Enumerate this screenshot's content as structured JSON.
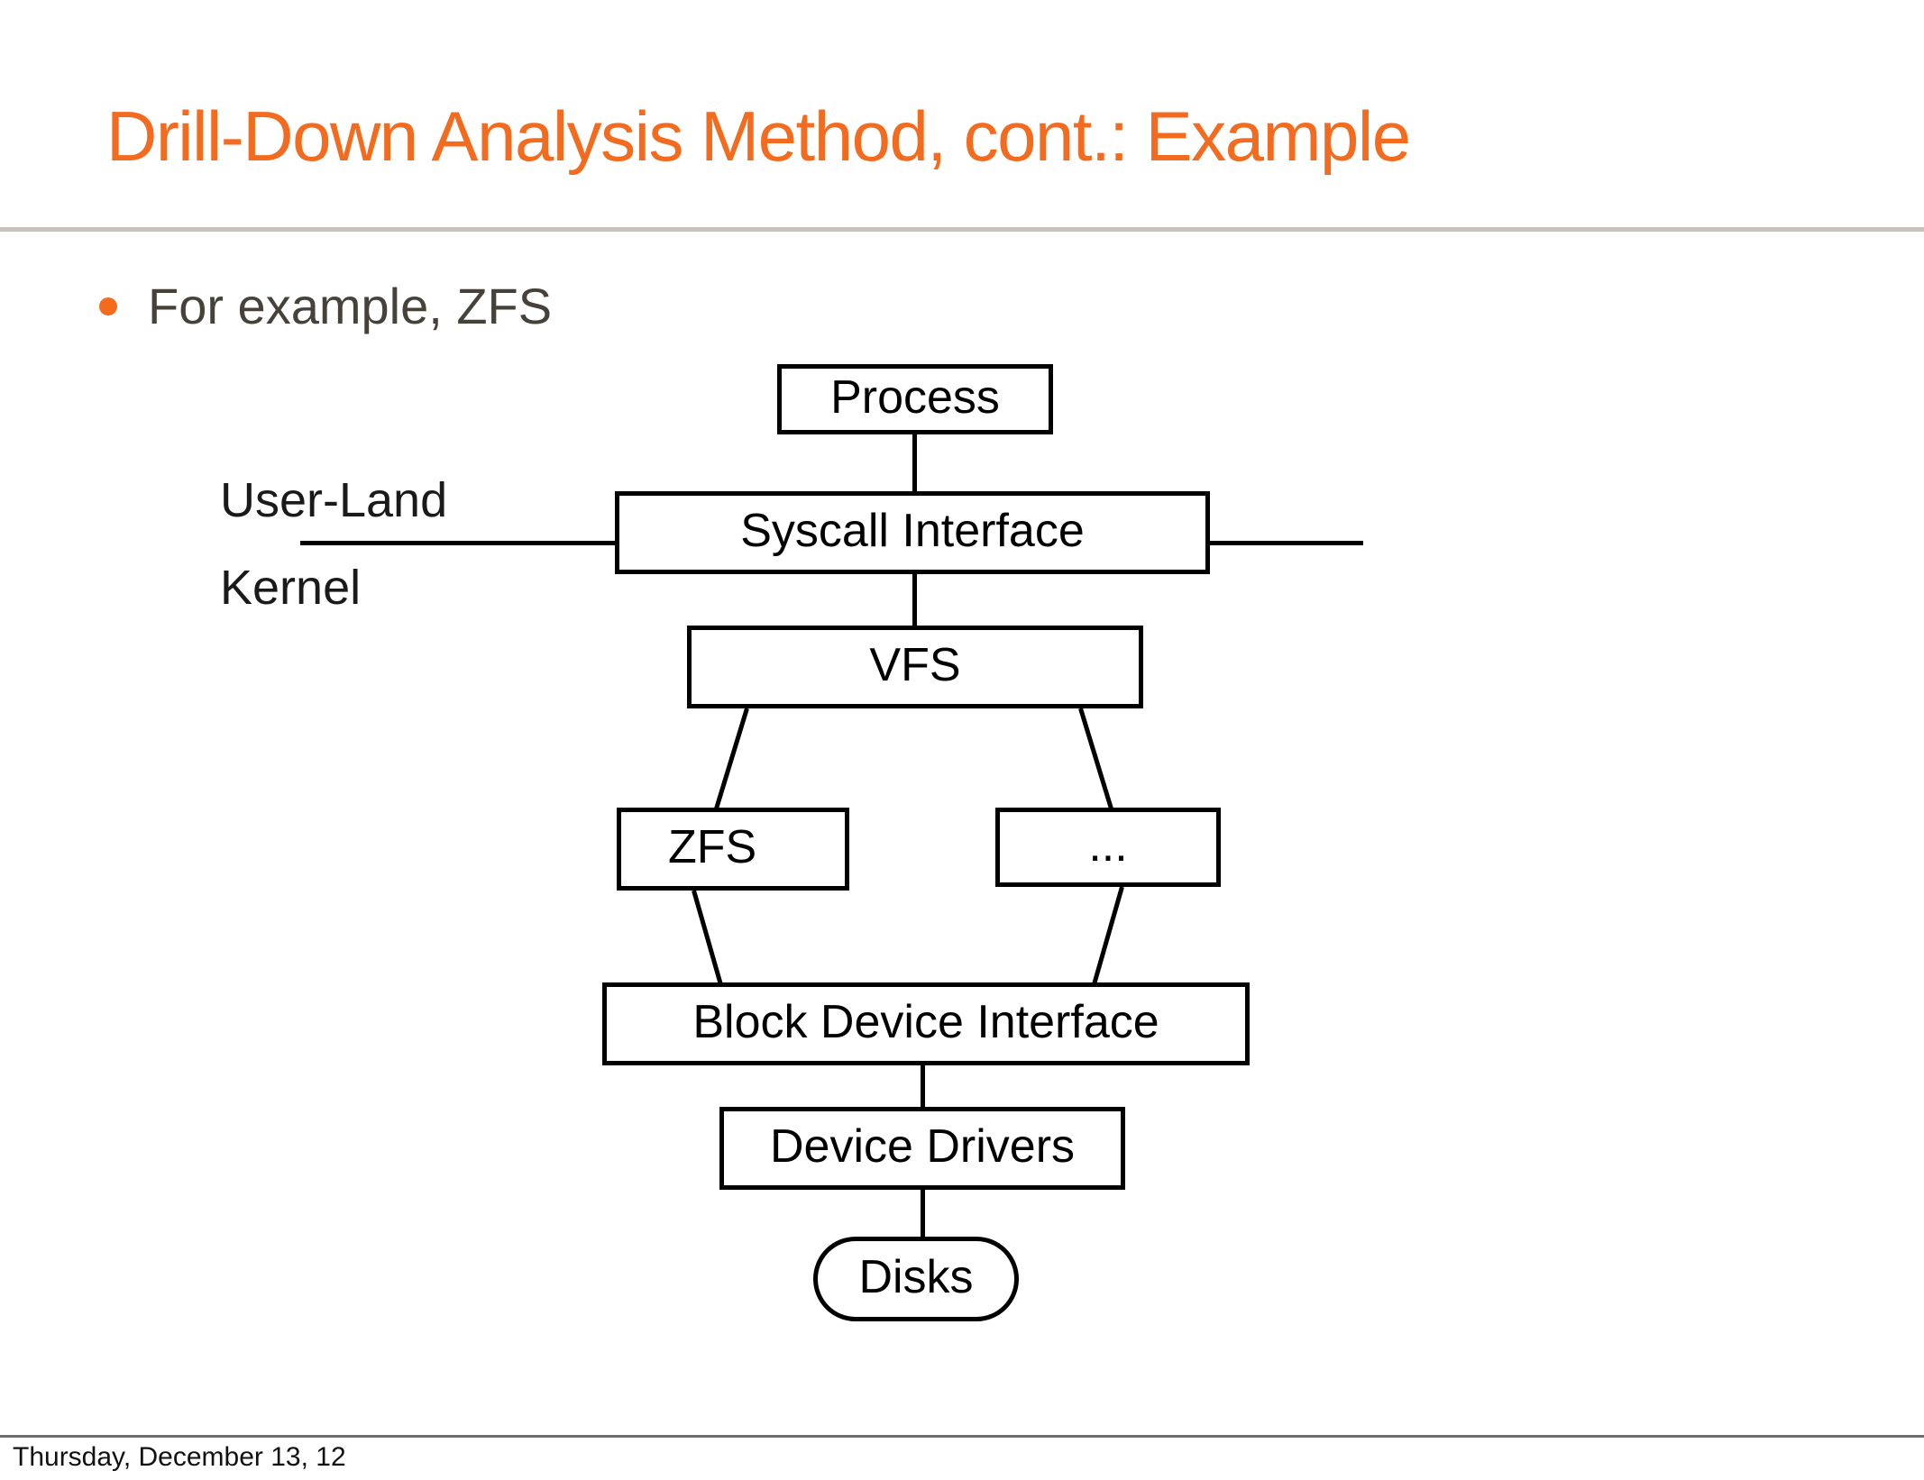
{
  "slide": {
    "title": "Drill-Down Analysis Method, cont.: Example",
    "title_color": "#f26b1f",
    "header_rule_color": "#c9c4ba",
    "background": "#ffffff"
  },
  "body": {
    "bullets": [
      {
        "text": "For example, ZFS",
        "marker": "bullet-dot",
        "color": "#46423a"
      }
    ]
  },
  "diagram": {
    "name": "zfs-io-stack",
    "region_labels": [
      {
        "id": "user-land",
        "text": "User-Land"
      },
      {
        "id": "kernel",
        "text": "Kernel"
      }
    ],
    "nodes": [
      {
        "id": "process",
        "label": "Process",
        "shape": "rect"
      },
      {
        "id": "syscall",
        "label": "Syscall Interface",
        "shape": "rect"
      },
      {
        "id": "vfs",
        "label": "VFS",
        "shape": "rect"
      },
      {
        "id": "zfs",
        "label": "ZFS",
        "shape": "rect"
      },
      {
        "id": "other",
        "label": "...",
        "shape": "rect"
      },
      {
        "id": "block",
        "label": "Block Device Interface",
        "shape": "rect"
      },
      {
        "id": "drivers",
        "label": "Device Drivers",
        "shape": "rect"
      },
      {
        "id": "disks",
        "label": "Disks",
        "shape": "rounded-rect"
      }
    ],
    "edges": [
      {
        "from": "process",
        "to": "syscall"
      },
      {
        "from": "syscall",
        "to": "vfs"
      },
      {
        "from": "vfs",
        "to": "zfs"
      },
      {
        "from": "vfs",
        "to": "other"
      },
      {
        "from": "zfs",
        "to": "block"
      },
      {
        "from": "other",
        "to": "block"
      },
      {
        "from": "block",
        "to": "drivers"
      },
      {
        "from": "drivers",
        "to": "disks"
      }
    ],
    "boundary": {
      "above": "User-Land",
      "below": "Kernel",
      "crossed_at": "syscall"
    }
  },
  "footer": {
    "date": "Thursday, December 13, 12"
  }
}
